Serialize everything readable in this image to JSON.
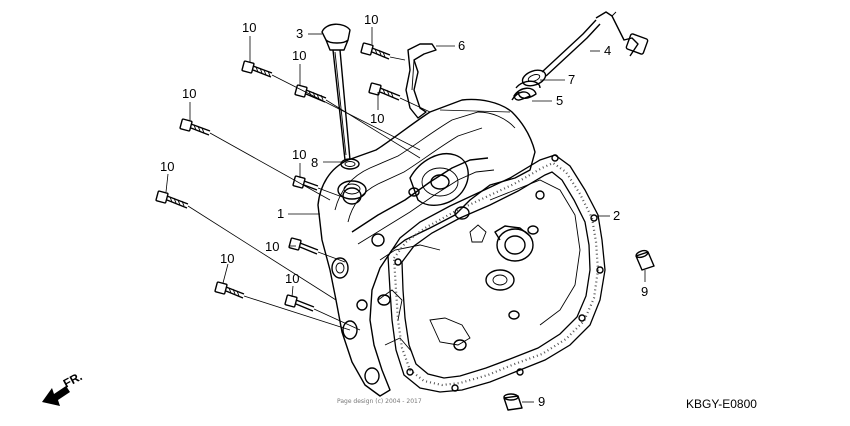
{
  "diagram": {
    "code": "KBGY-E0800",
    "front_arrow": "FR.",
    "watermark": "Page design (c) 2004 - 2017",
    "callouts": [
      {
        "id": "c1",
        "text": "1"
      },
      {
        "id": "c2",
        "text": "2"
      },
      {
        "id": "c3",
        "text": "3"
      },
      {
        "id": "c4",
        "text": "4"
      },
      {
        "id": "c5",
        "text": "5"
      },
      {
        "id": "c6",
        "text": "6"
      },
      {
        "id": "c7",
        "text": "7"
      },
      {
        "id": "c8",
        "text": "8"
      },
      {
        "id": "c9a",
        "text": "9"
      },
      {
        "id": "c9b",
        "text": "9"
      },
      {
        "id": "c10a",
        "text": "10"
      },
      {
        "id": "c10b",
        "text": "10"
      },
      {
        "id": "c10c",
        "text": "10"
      },
      {
        "id": "c10d",
        "text": "10"
      },
      {
        "id": "c10e",
        "text": "10"
      },
      {
        "id": "c10f",
        "text": "10"
      },
      {
        "id": "c10g",
        "text": "10"
      },
      {
        "id": "c10h",
        "text": "10"
      },
      {
        "id": "c10i",
        "text": "10"
      },
      {
        "id": "c10j",
        "text": "10"
      }
    ]
  }
}
